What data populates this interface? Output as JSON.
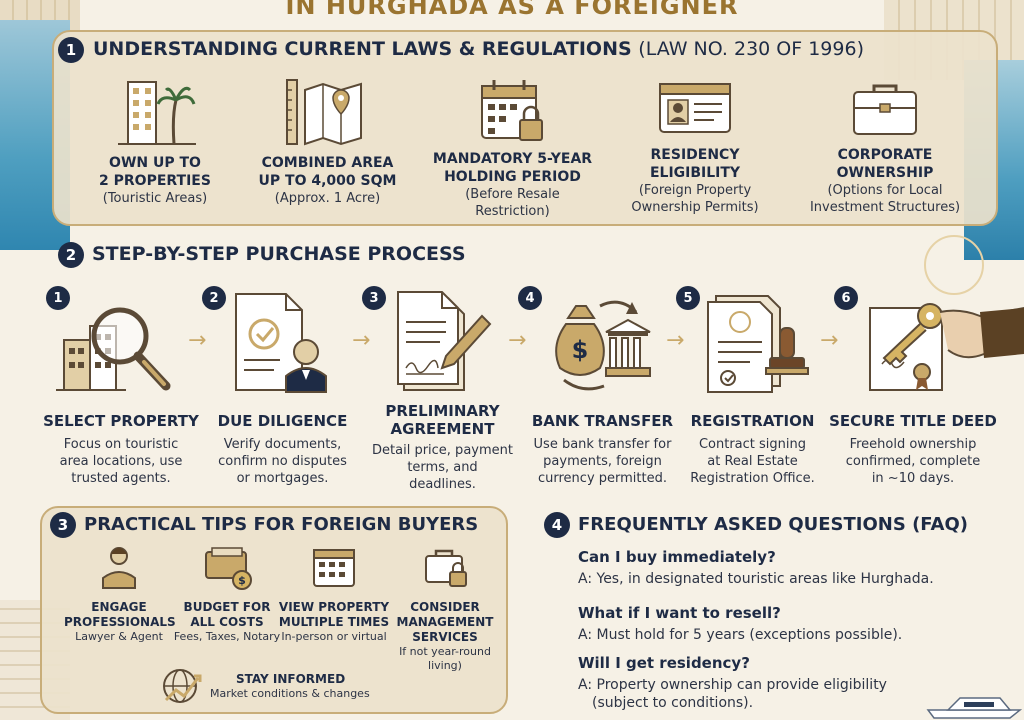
{
  "title": "IN HURGHADA AS A FOREIGNER",
  "section1": {
    "number": "1",
    "title": "UNDERSTANDING CURRENT LAWS & REGULATIONS",
    "subtitle": "(LAW NO. 230 OF 1996)",
    "cards": [
      {
        "icon": "building-palm-icon",
        "line1": "OWN UP TO",
        "line2": "2 PROPERTIES",
        "sub1": "(Touristic Areas)",
        "sub2": ""
      },
      {
        "icon": "map-pin-icon",
        "line1": "COMBINED AREA",
        "line2": "UP TO 4,000 SQM",
        "sub1": "(Approx. 1 Acre)",
        "sub2": ""
      },
      {
        "icon": "calendar-lock-icon",
        "line1": "MANDATORY 5-YEAR",
        "line2": "HOLDING PERIOD",
        "sub1": "(Before Resale",
        "sub2": "Restriction)"
      },
      {
        "icon": "id-card-icon",
        "line1": "RESIDENCY",
        "line2": "ELIGIBILITY",
        "sub1": "(Foreign Property",
        "sub2": "Ownership Permits)"
      },
      {
        "icon": "briefcase-icon",
        "line1": "CORPORATE",
        "line2": "OWNERSHIP",
        "sub1": "(Options for Local",
        "sub2": "Investment Structures)"
      }
    ]
  },
  "section2": {
    "number": "2",
    "title": "STEP-BY-STEP PURCHASE PROCESS",
    "steps": [
      {
        "num": "1",
        "icon": "magnifier-building-icon",
        "h1": "SELECT PROPERTY",
        "h2": "",
        "d": [
          "Focus on touristic",
          "area locations, use",
          "trusted agents."
        ]
      },
      {
        "num": "2",
        "icon": "document-check-person-icon",
        "h1": "DUE DILIGENCE",
        "h2": "",
        "d": [
          "Verify documents,",
          "confirm no disputes",
          "or mortgages."
        ]
      },
      {
        "num": "3",
        "icon": "signed-agreement-icon",
        "h1": "PRELIMINARY",
        "h2": "AGREEMENT",
        "d": [
          "Detail price, payment",
          "terms, and",
          "deadlines."
        ]
      },
      {
        "num": "4",
        "icon": "money-bank-icon",
        "h1": "BANK TRANSFER",
        "h2": "",
        "d": [
          "Use bank transfer for",
          "payments, foreign",
          "currency permitted."
        ]
      },
      {
        "num": "5",
        "icon": "stamp-contract-icon",
        "h1": "REGISTRATION",
        "h2": "",
        "d": [
          "Contract signing",
          "at Real Estate",
          "Registration Office."
        ]
      },
      {
        "num": "6",
        "icon": "key-deed-icon",
        "h1": "SECURE TITLE DEED",
        "h2": "",
        "d": [
          "Freehold ownership",
          "confirmed, complete",
          "in ~10 days."
        ]
      }
    ]
  },
  "section3": {
    "number": "3",
    "title": "PRACTICAL TIPS FOR FOREIGN BUYERS",
    "tips": [
      {
        "icon": "professional-person-icon",
        "h": [
          "ENGAGE",
          "PROFESSIONALS"
        ],
        "s": [
          "Lawyer & Agent"
        ]
      },
      {
        "icon": "wallet-coin-icon",
        "h": [
          "BUDGET FOR",
          "ALL COSTS"
        ],
        "s": [
          "Fees, Taxes, Notary"
        ]
      },
      {
        "icon": "calendar-icon",
        "h": [
          "VIEW PROPERTY",
          "MULTIPLE TIMES"
        ],
        "s": [
          "In-person or virtual"
        ]
      },
      {
        "icon": "briefcase-lock-icon",
        "h": [
          "CONSIDER",
          "MANAGEMENT",
          "SERVICES"
        ],
        "s": [
          "If not year-round",
          "living)"
        ]
      }
    ],
    "stay": {
      "icon": "chart-globe-icon",
      "h": "STAY INFORMED",
      "s": "Market conditions & changes"
    }
  },
  "section4": {
    "number": "4",
    "title": "FREQUENTLY ASKED QUESTIONS (FAQ)",
    "faqs": [
      {
        "q": "Can I buy immediately?",
        "a": [
          "A: Yes, in designated touristic areas like Hurghada."
        ]
      },
      {
        "q": "What if I want to resell?",
        "a": [
          "A: Must hold for 5 years (exceptions possible)."
        ]
      },
      {
        "q": "Will I get residency?",
        "a": [
          "A: Property ownership can provide eligibility",
          "(subject to conditions)."
        ]
      }
    ]
  },
  "colors": {
    "navy": "#1e2b45",
    "gold": "#c8ad79",
    "panel": "#ece2cc"
  }
}
